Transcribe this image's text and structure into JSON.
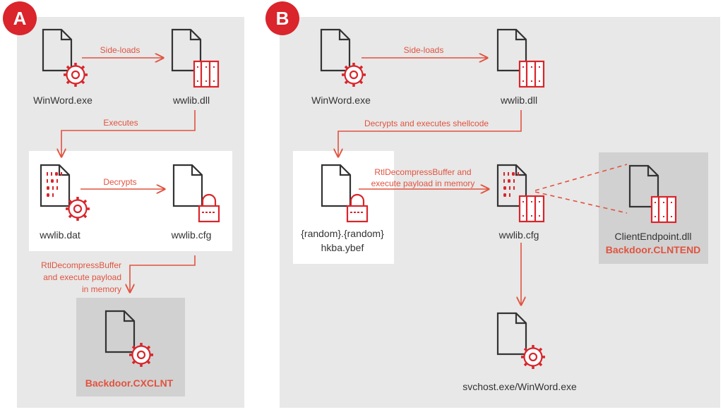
{
  "panels": {
    "a": {
      "badge": "A"
    },
    "b": {
      "badge": "B"
    }
  },
  "a": {
    "winword": "WinWord.exe",
    "wwlib_dll": "wwlib.dll",
    "wwlib_dat": "wwlib.dat",
    "wwlib_cfg": "wwlib.cfg",
    "backdoor": "Backdoor.CXCLNT",
    "edge_sideloads": "Side-loads",
    "edge_executes": "Executes",
    "edge_decrypts": "Decrypts",
    "edge_rtl_1": "RtlDecompressBuffer",
    "edge_rtl_2": "and execute payload",
    "edge_rtl_3": "in memory"
  },
  "b": {
    "winword": "WinWord.exe",
    "wwlib_dll": "wwlib.dll",
    "random_1": "{random}.{random}",
    "random_2": "hkba.ybef",
    "wwlib_cfg": "wwlib.cfg",
    "client_dll": "ClientEndpoint.dll",
    "backdoor": "Backdoor.CLNTEND",
    "svchost": "svchost.exe/WinWord.exe",
    "edge_sideloads": "Side-loads",
    "edge_decrypts_shellcode": "Decrypts and executes shellcode",
    "edge_rtl_1": "RtlDecompressBuffer and",
    "edge_rtl_2": "execute payload in memory"
  },
  "colors": {
    "accent": "#d9252b",
    "arrow": "#e1533f",
    "panel_bg": "#e8e8e8",
    "grey_box": "#d1d1d1",
    "icon_stroke": "#333333"
  }
}
